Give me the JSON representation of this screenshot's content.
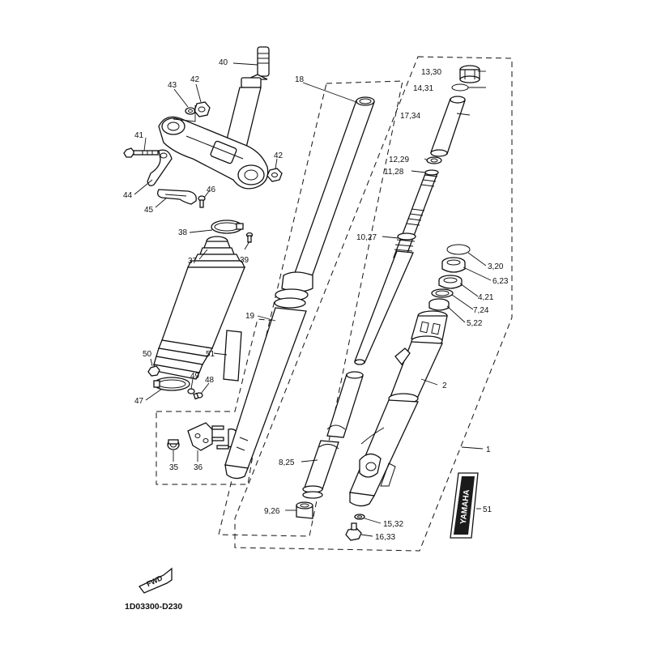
{
  "diagram_code": "1D03300-D230",
  "fwd_badge": "FWD",
  "brand_decal": "YAMAHA",
  "callouts": {
    "p1": "1",
    "p2": "2",
    "p3_20": "3,20",
    "p4_21": "4,21",
    "p5_22": "5,22",
    "p6_23": "6,23",
    "p7_24": "7,24",
    "p8_25": "8,25",
    "p9_26": "9,26",
    "p10_27": "10,27",
    "p11_28": "11,28",
    "p12_29": "12,29",
    "p13_30": "13,30",
    "p14_31": "14,31",
    "p15_32": "15,32",
    "p16_33": "16,33",
    "p17_34": "17,34",
    "p18": "18",
    "p19": "19",
    "p35": "35",
    "p36": "36",
    "p37": "37",
    "p38": "38",
    "p39": "39",
    "p40": "40",
    "p41": "41",
    "p42a": "42",
    "p42b": "42",
    "p43": "43",
    "p44": "44",
    "p45": "45",
    "p46": "46",
    "p47": "47",
    "p48": "48",
    "p49": "49",
    "p50": "50",
    "p51a": "51",
    "p51b": "51"
  }
}
